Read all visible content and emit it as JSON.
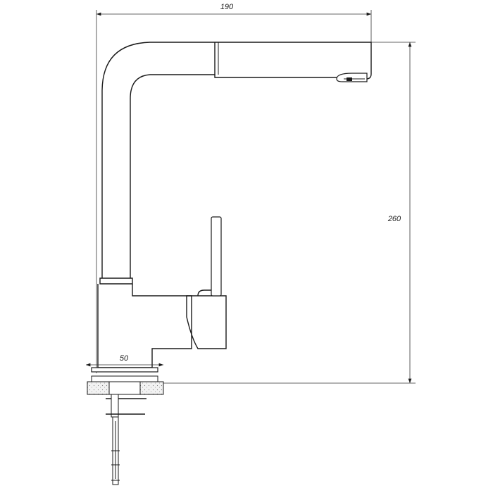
{
  "dimensions": {
    "width": "190",
    "height": "260",
    "base": "50"
  }
}
